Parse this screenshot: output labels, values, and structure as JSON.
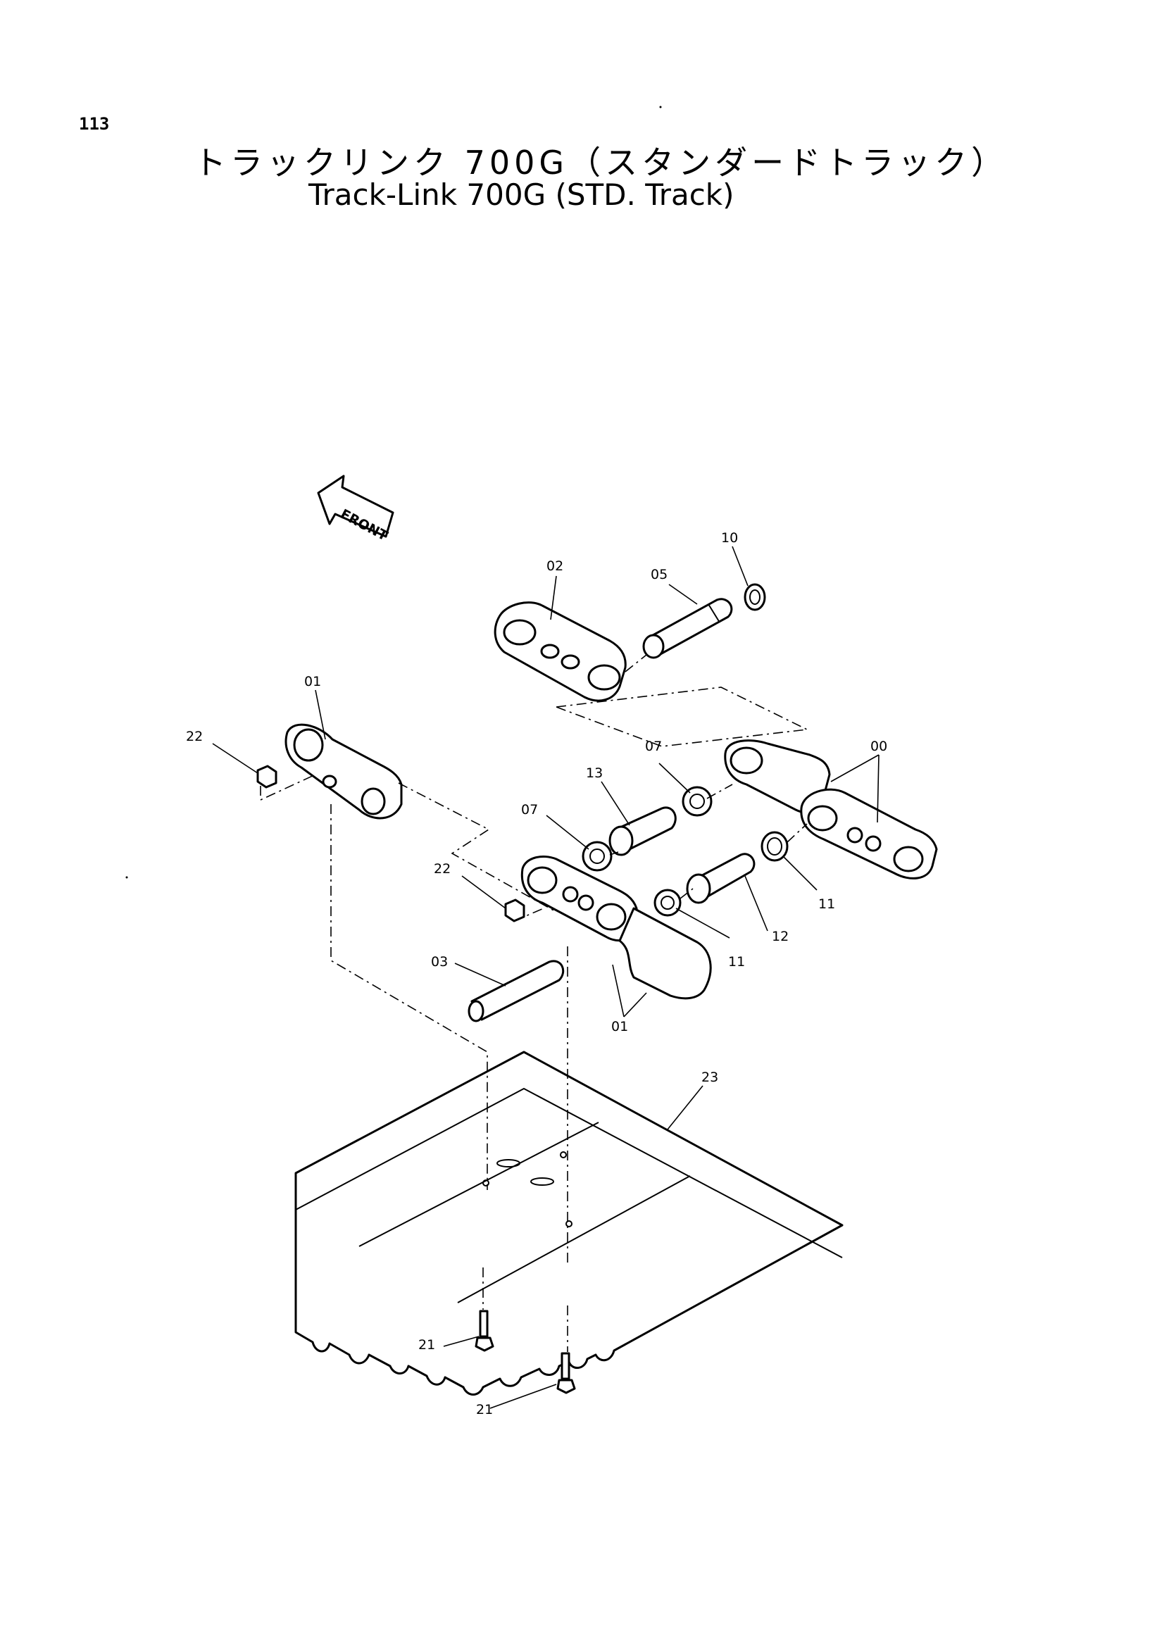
{
  "page": {
    "number": "113",
    "title_jp": "トラックリンク 700G（スタンダードトラック）",
    "title_en": "Track-Link 700G (STD. Track)"
  },
  "diagram": {
    "front_label": "FRONT",
    "labels": {
      "p10": "10",
      "p02": "02",
      "p05": "05",
      "p01_top": "01",
      "p00": "00",
      "p22_top": "22",
      "p07_top": "07",
      "p13": "13",
      "p07_mid": "07",
      "p22_mid": "22",
      "p11_right": "11",
      "p12": "12",
      "p11_mid": "11",
      "p03": "03",
      "p01_bottom": "01",
      "p23": "23",
      "p21_top": "21",
      "p21_bottom": "21"
    }
  }
}
